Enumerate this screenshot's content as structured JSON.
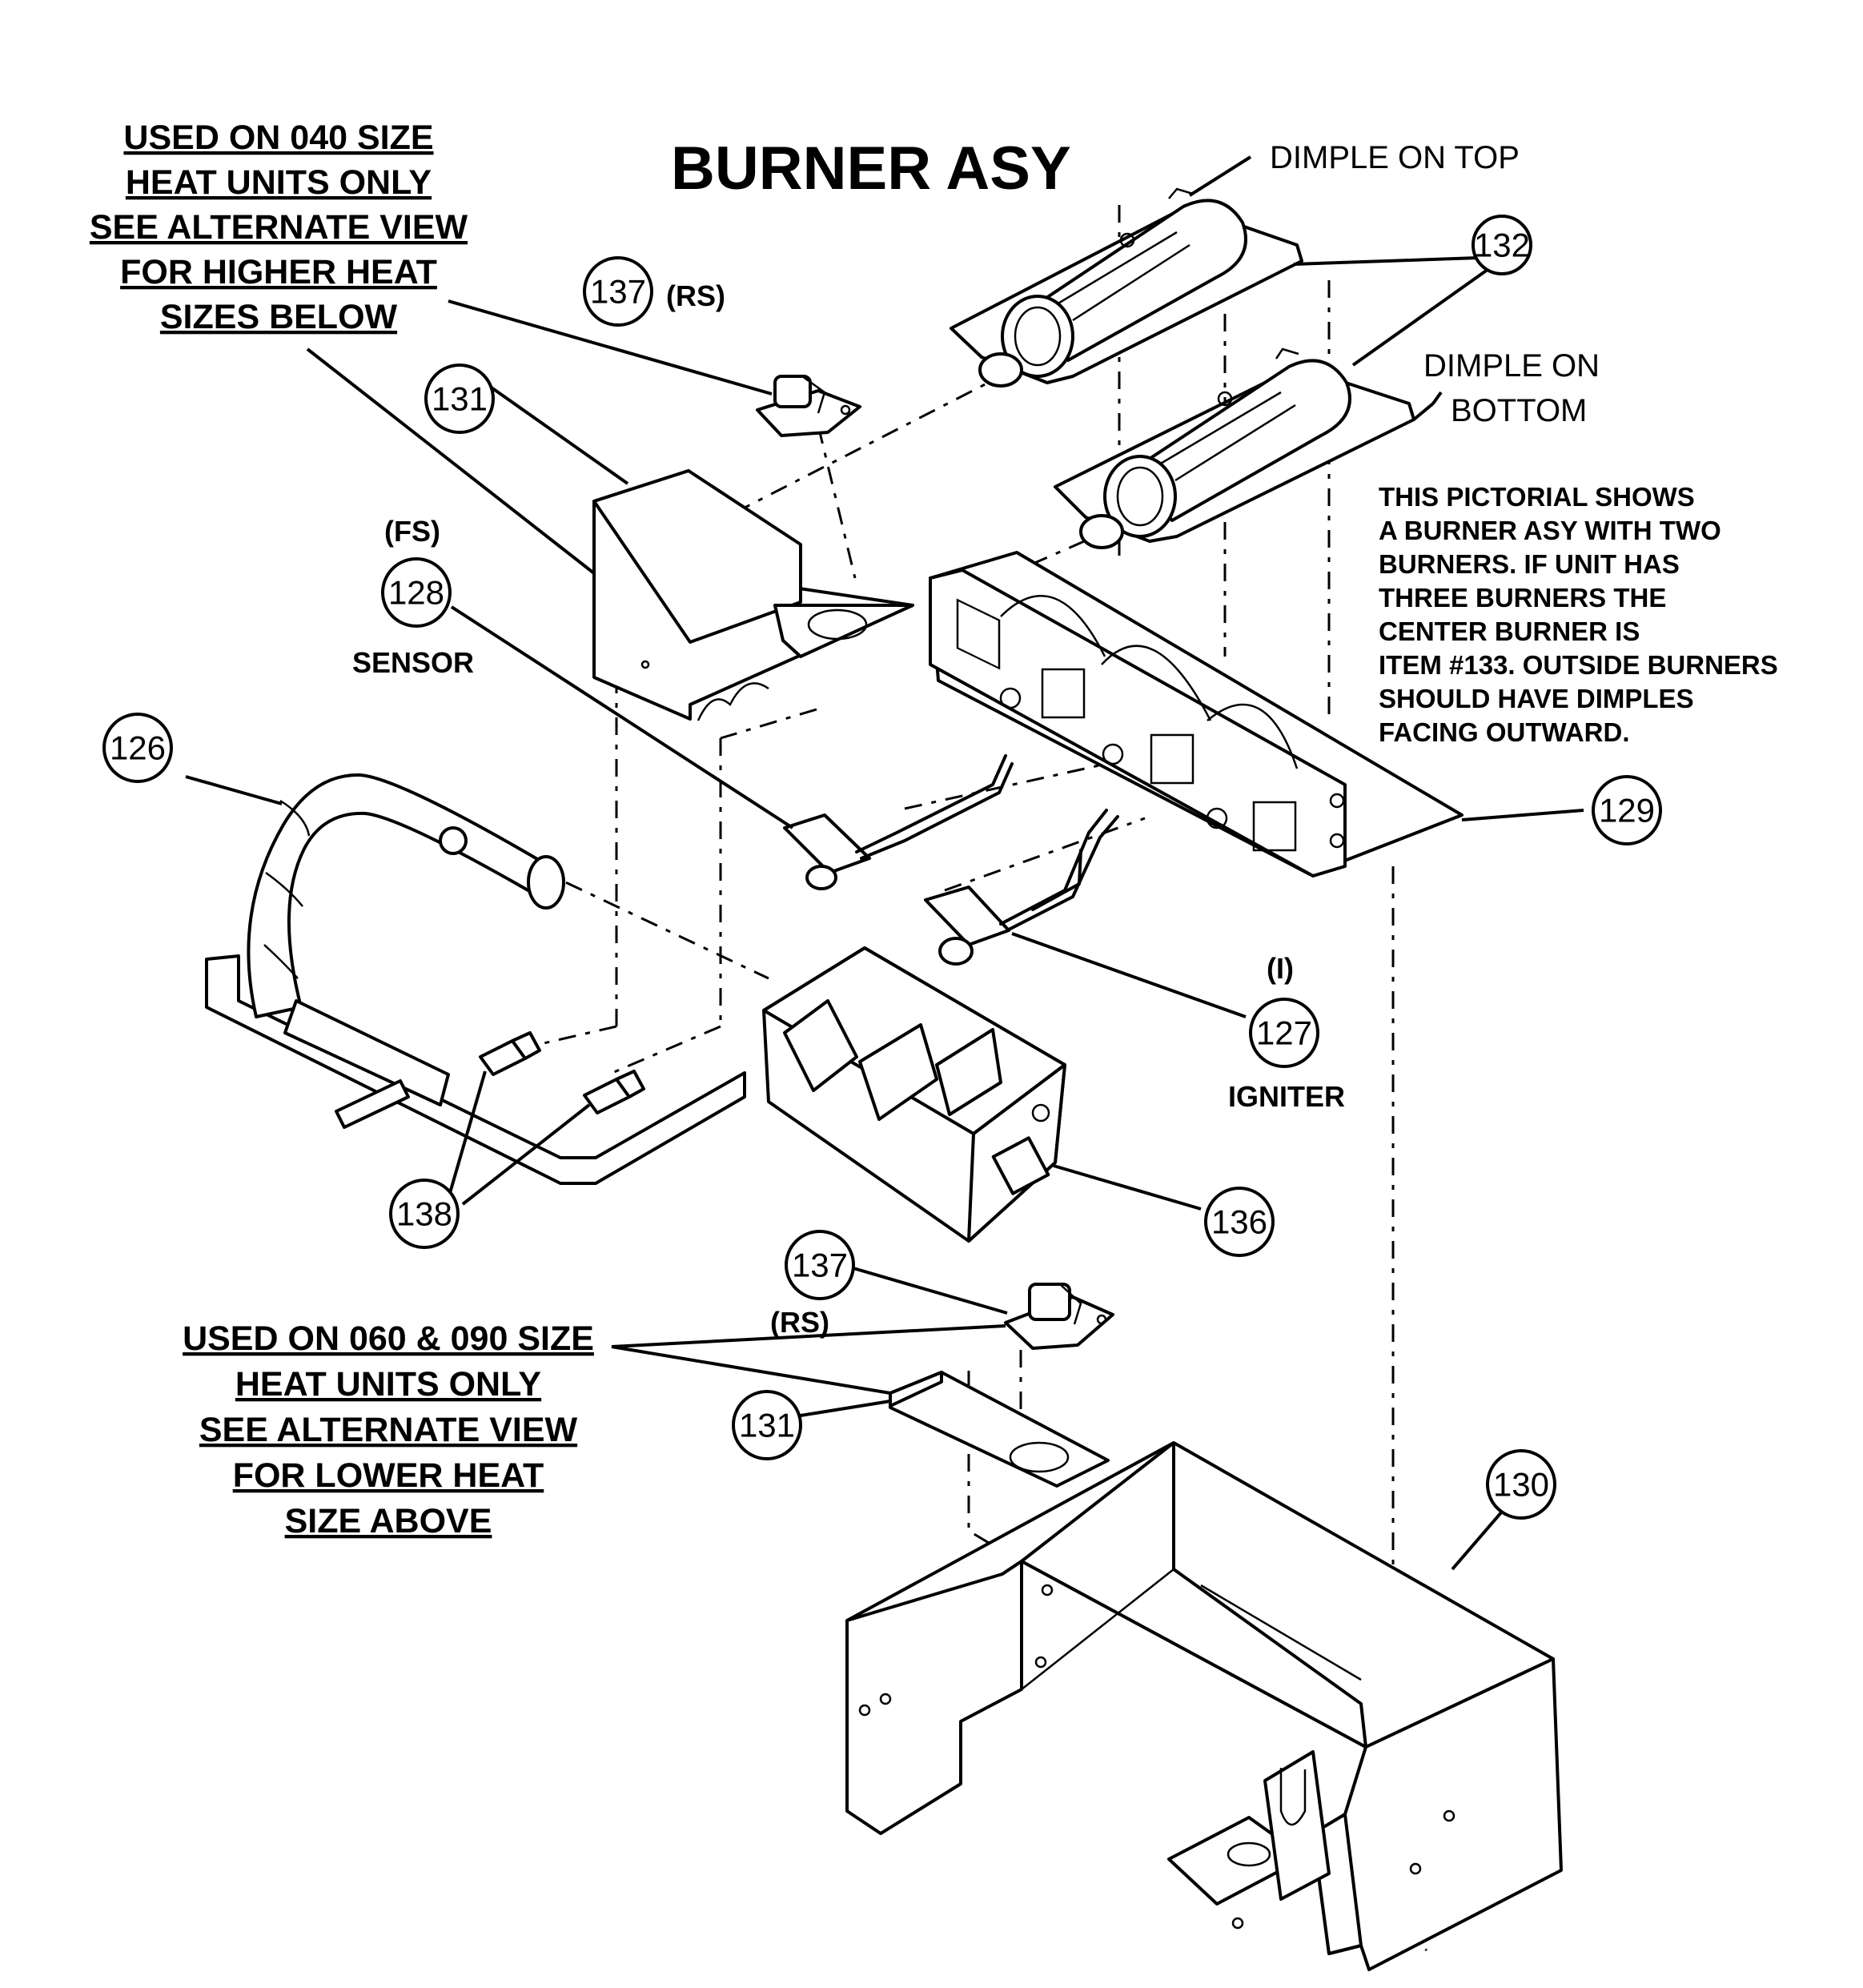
{
  "title": "BURNER ASY",
  "notes": {
    "upper": [
      "USED ON 040 SIZE",
      "HEAT UNITS ONLY",
      "SEE ALTERNATE VIEW",
      "FOR HIGHER HEAT",
      "SIZES BELOW"
    ],
    "lower": [
      "USED ON 060 & 090 SIZE",
      "HEAT UNITS ONLY",
      "SEE ALTERNATE VIEW",
      "FOR LOWER HEAT",
      "SIZE ABOVE"
    ]
  },
  "labels": {
    "dimple_top": "DIMPLE ON TOP",
    "dimple_bottom_1": "DIMPLE ON",
    "dimple_bottom_2": "BOTTOM",
    "rs": "(RS)",
    "fs": "(FS)",
    "sensor": "SENSOR",
    "i": "(I)",
    "igniter": "IGNITER"
  },
  "description": [
    "THIS PICTORIAL SHOWS",
    "A BURNER ASY WITH TWO",
    "BURNERS. IF UNIT HAS",
    "THREE BURNERS THE",
    "CENTER BURNER IS",
    "ITEM #133. OUTSIDE BURNERS",
    "SHOULD HAVE DIMPLES",
    "FACING OUTWARD."
  ],
  "callouts": {
    "c126": "126",
    "c127": "127",
    "c128": "128",
    "c129": "129",
    "c130": "130",
    "c131a": "131",
    "c131b": "131",
    "c132": "132",
    "c136": "136",
    "c137a": "137",
    "c137b": "137",
    "c138": "138"
  }
}
